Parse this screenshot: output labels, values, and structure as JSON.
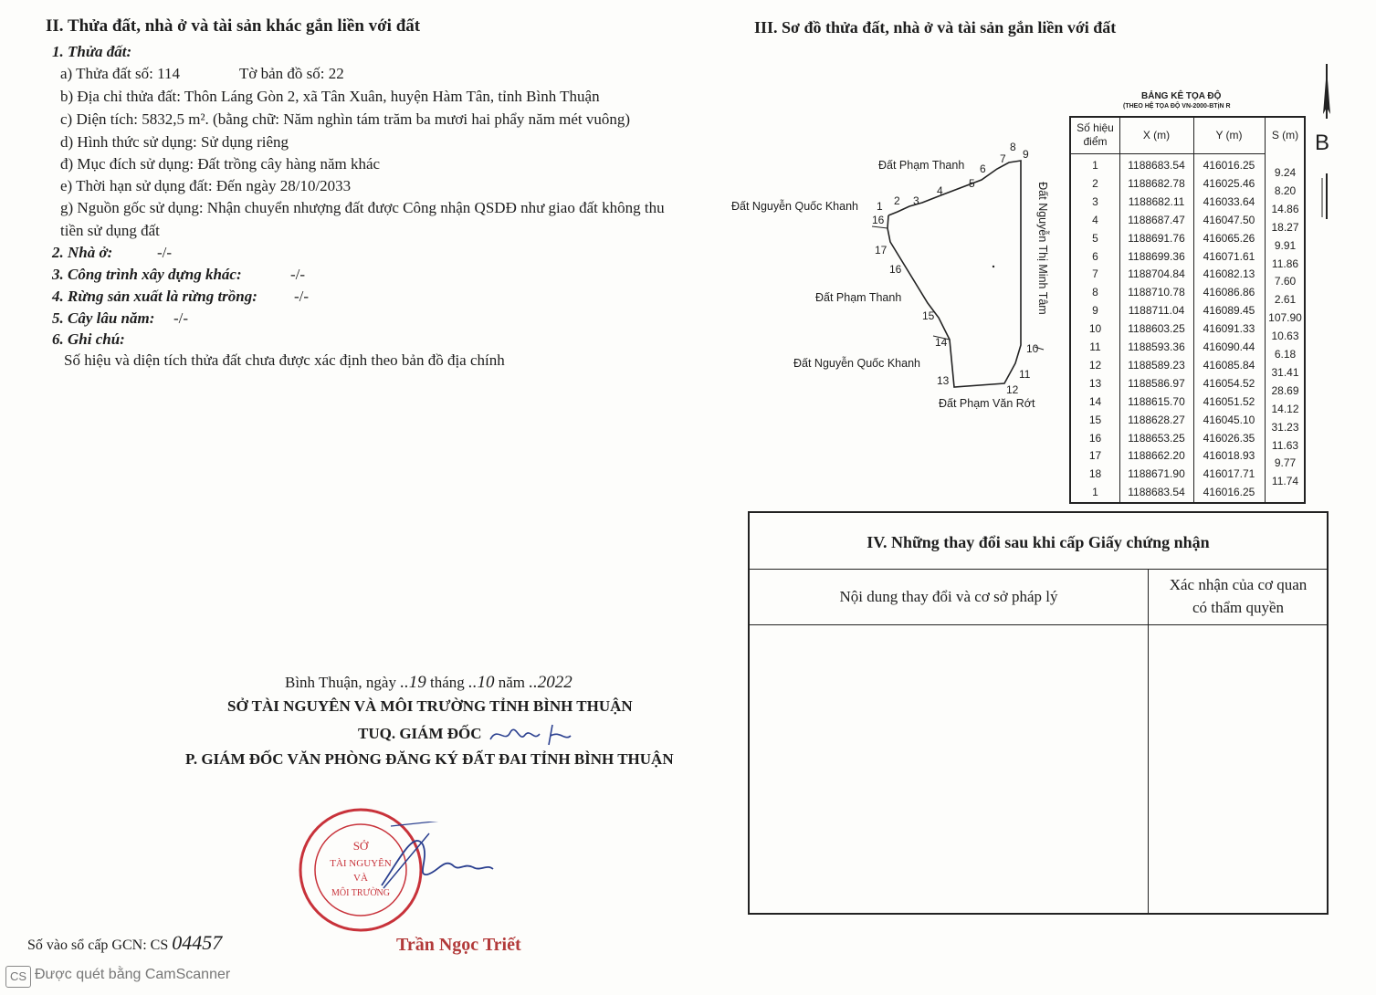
{
  "section2": {
    "title": "II. Thửa đất, nhà ở và tài sản khác gắn liền với đất",
    "parcel_heading": "1. Thửa đất:",
    "a_parcel": "a) Thửa đất số: 114",
    "a_map": "Tờ bản đồ số: 22",
    "b_address": "b) Địa chỉ thửa đất: Thôn Láng Gòn 2, xã Tân Xuân, huyện Hàm Tân, tỉnh Bình Thuận",
    "c_area": "c) Diện tích: 5832,5 m². (bằng chữ: Năm nghìn tám trăm ba mươi hai phẩy năm mét vuông)",
    "d_form": "d) Hình thức sử dụng: Sử dụng riêng",
    "dd_purpose": "đ) Mục đích sử dụng:  Đất trồng cây hàng năm khác",
    "e_term": "e) Thời hạn sử dụng đất: Đến ngày 28/10/2033",
    "g_origin_1": "g) Nguồn gốc sử dụng:  Nhận chuyển nhượng đất được Công nhận QSDĐ như giao đất không thu",
    "g_origin_2": "tiền sử dụng đất",
    "house_label": "2. Nhà ở:",
    "house_value": "-/-",
    "other_label": "3. Công trình xây dựng khác:",
    "other_value": "-/-",
    "forest_label": "4. Rừng sản xuất là rừng trồng:",
    "forest_value": "-/-",
    "perennial_label": "5. Cây lâu năm:",
    "perennial_value": "-/-",
    "notes_label": "6. Ghi chú:",
    "notes_value": "Số hiệu và diện tích thửa đất chưa được xác định theo bản đồ địa chính"
  },
  "section3": {
    "title": "III. Sơ đồ thửa đất, nhà ở và tài sản gắn liền với đất",
    "neighbors": {
      "pham_thanh_top": "Đất Phạm Thanh",
      "nguyen_quoc_khanh_top": "Đất Nguyễn Quốc Khanh",
      "pham_thanh_mid": "Đất Phạm Thanh",
      "nguyen_quoc_khanh_bottom": "Đất Nguyễn Quốc Khanh",
      "pham_van_rot": "Đất Phạm Văn Rớt",
      "nguyen_thi_minh_tam": "Đất Nguyễn Thị Minh Tâm"
    },
    "north_label": "B",
    "table_title": "BẢNG KÊ TỌA ĐỘ",
    "table_subtitle": "(THEO HỆ TỌA ĐỘ VN-2000-BTịN R",
    "col_point_1": "Số hiệu",
    "col_point_2": "điểm",
    "col_x": "X (m)",
    "col_y": "Y (m)",
    "col_s": "S (m)",
    "rows": [
      {
        "p": "1",
        "x": "1188683.54",
        "y": "416016.25"
      },
      {
        "p": "2",
        "x": "1188682.78",
        "y": "416025.46"
      },
      {
        "p": "3",
        "x": "1188682.11",
        "y": "416033.64"
      },
      {
        "p": "4",
        "x": "1188687.47",
        "y": "416047.50"
      },
      {
        "p": "5",
        "x": "1188691.76",
        "y": "416065.26"
      },
      {
        "p": "6",
        "x": "1188699.36",
        "y": "416071.61"
      },
      {
        "p": "7",
        "x": "1188704.84",
        "y": "416082.13"
      },
      {
        "p": "8",
        "x": "1188710.78",
        "y": "416086.86"
      },
      {
        "p": "9",
        "x": "1188711.04",
        "y": "416089.45"
      },
      {
        "p": "10",
        "x": "1188603.25",
        "y": "416091.33"
      },
      {
        "p": "11",
        "x": "1188593.36",
        "y": "416090.44"
      },
      {
        "p": "12",
        "x": "1188589.23",
        "y": "416085.84"
      },
      {
        "p": "13",
        "x": "1188586.97",
        "y": "416054.52"
      },
      {
        "p": "14",
        "x": "1188615.70",
        "y": "416051.52"
      },
      {
        "p": "15",
        "x": "1188628.27",
        "y": "416045.10"
      },
      {
        "p": "16",
        "x": "1188653.25",
        "y": "416026.35"
      },
      {
        "p": "17",
        "x": "1188662.20",
        "y": "416018.93"
      },
      {
        "p": "18",
        "x": "1188671.90",
        "y": "416017.71"
      },
      {
        "p": "1",
        "x": "1188683.54",
        "y": "416016.25"
      }
    ],
    "distances": [
      "9.24",
      "8.20",
      "14.86",
      "18.27",
      "9.91",
      "11.86",
      "7.60",
      "2.61",
      "107.90",
      "10.63",
      "6.18",
      "31.41",
      "28.69",
      "14.12",
      "31.23",
      "11.63",
      "9.77",
      "11.74"
    ]
  },
  "section4": {
    "title": "IV. Những thay đổi sau khi cấp Giấy chứng nhận",
    "col_content": "Nội dung thay đổi và cơ sở pháp lý",
    "col_confirm_1": "Xác nhận của cơ quan",
    "col_confirm_2": "có thẩm quyền"
  },
  "signature": {
    "date_prefix": "Bình Thuận, ngày",
    "day": "19",
    "month_word": "tháng",
    "month": "10",
    "year_word": "năm",
    "year": "2022",
    "org": "SỞ TÀI NGUYÊN VÀ MÔI TRƯỜNG TỈNH BÌNH THUẬN",
    "role1": "TUQ. GIÁM ĐỐC",
    "role2": "P. GIÁM ĐỐC VĂN PHÒNG ĐĂNG KÝ ĐẤT ĐAI TỈNH BÌNH THUẬN",
    "signer": "Trần Ngọc Triết",
    "stamp_text": "SỞ TÀI NGUYÊN VÀ MÔI TRƯỜNG"
  },
  "gcn": {
    "label": "Số vào sổ cấp GCN: CS",
    "number": "04457"
  },
  "footer": {
    "logo": "CS",
    "text": "Được quét bằng CamScanner"
  },
  "colors": {
    "ink": "#1d1d1d",
    "stamp_red": "#c8323a",
    "signature_blue": "#2a3f8f"
  }
}
